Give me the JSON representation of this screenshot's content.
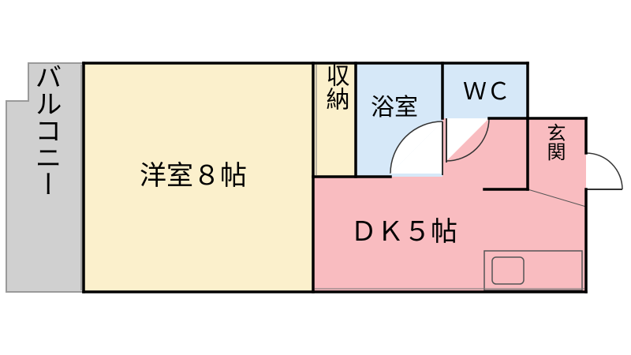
{
  "floorplan": {
    "rooms": {
      "balcony": {
        "label": "バルコニー",
        "color": "#d0d0d0"
      },
      "western": {
        "label": "洋室８帖",
        "color": "#fbf0cc"
      },
      "storage": {
        "label": "収納",
        "color": "#fbf0cc"
      },
      "bath": {
        "label": "浴室",
        "color": "#d6e8f8"
      },
      "wc": {
        "label": "ＷＣ",
        "color": "#d6e8f8"
      },
      "entrance": {
        "label": "玄関",
        "color": "#f9bcc0"
      },
      "dk": {
        "label": "ＤＫ５帖",
        "color": "#f9bcc0"
      }
    },
    "wall_color": "#000000"
  }
}
